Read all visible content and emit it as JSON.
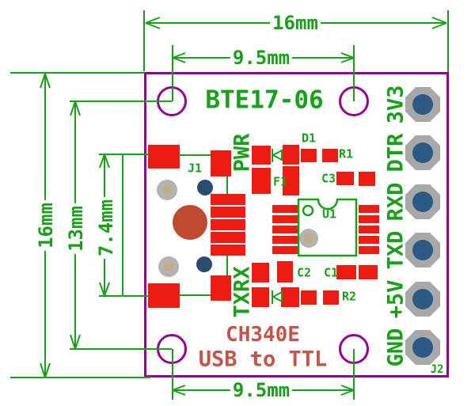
{
  "title": "BTE17-06 CH340E USB to TTL adapter board drawing",
  "silkscreen": {
    "board_name": "BTE17-06",
    "chip_name": "CH340E",
    "function": "USB to TTL",
    "pwr_led": "PWR",
    "txrx_led": "TXRX",
    "j1": "J1",
    "j2": "J2",
    "d1": "D1",
    "r1": "R1",
    "f1": "F1",
    "c3": "C3",
    "u1": "U1",
    "c2": "C2",
    "c1": "C1",
    "r2": "R2"
  },
  "pins": {
    "labels": [
      "3V3",
      "DTR",
      "RXD",
      "TXD",
      "+5V",
      "GND"
    ]
  },
  "dimensions": {
    "board_width": "16mm",
    "top_hole_spacing": "9.5mm",
    "board_height": "16mm",
    "vertical_hole_spacing": "13mm",
    "usb_pad_spacing": "7.4mm",
    "bottom_hole_spacing": "9.5mm"
  },
  "colors": {
    "silkscreen_green": "#18a018",
    "board_outline_purple": "#950095",
    "copper_red": "#ee1b12",
    "label_red": "#c5534a",
    "pin_gray": "#a8a8a8",
    "hole_blue": "#2b5b85",
    "usb_shell_brown": "#bf4a2f"
  }
}
